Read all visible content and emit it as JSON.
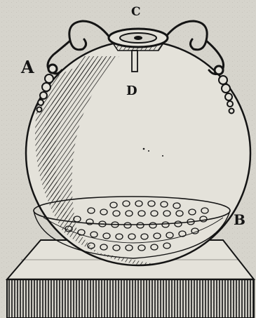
{
  "labels": {
    "a": "A",
    "b": "B",
    "c": "C",
    "d": "D"
  },
  "colors": {
    "paper": "#d6d4cc",
    "ink": "#141414",
    "paper_light": "#e4e2da"
  },
  "parts": [
    "spherical-vessel",
    "handles",
    "top-ring",
    "inner-tube",
    "perforated-plate",
    "stand"
  ]
}
